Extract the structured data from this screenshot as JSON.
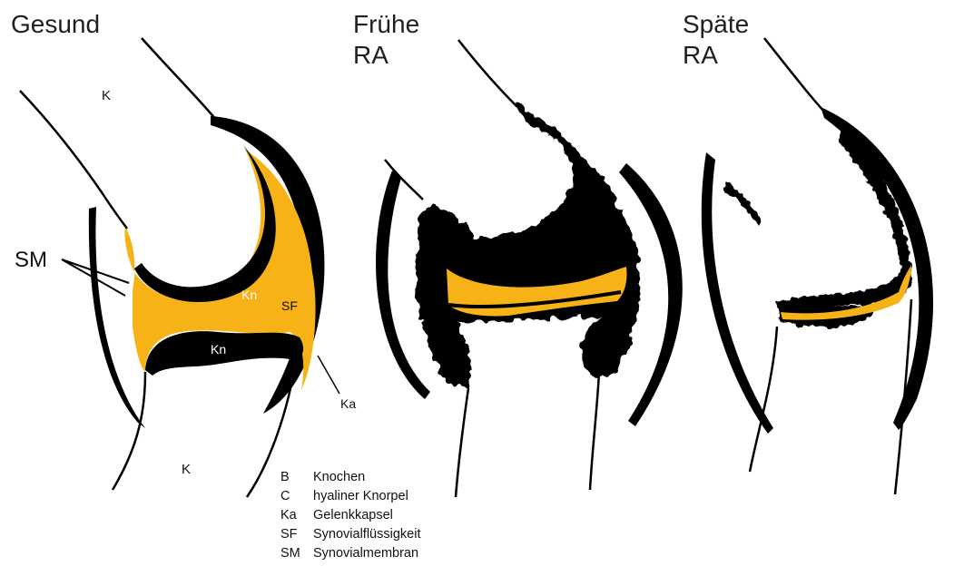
{
  "titles": {
    "healthy": "Gesund",
    "early_line1": "Frühe",
    "early_line2": "RA",
    "late_line1": "Späte",
    "late_line2": "RA"
  },
  "labels": {
    "bone_top": "K",
    "bone_bottom": "K",
    "cartilage_top": "Kn",
    "cartilage_bottom": "Kn",
    "synovial_fluid": "SF",
    "capsule": "Ka",
    "synovial_membrane": "SM"
  },
  "legend": [
    {
      "code": "B",
      "text": "Knochen"
    },
    {
      "code": "C",
      "text": "hyaliner Knorpel"
    },
    {
      "code": "Ka",
      "text": "Gelenkkapsel"
    },
    {
      "code": "SF",
      "text": "Synovialflüssigkeit"
    },
    {
      "code": "SM",
      "text": "Synovialmembran"
    }
  ],
  "colors": {
    "synovial_fluid": "#f6b216",
    "tissue": "#000000",
    "background": "#ffffff"
  }
}
